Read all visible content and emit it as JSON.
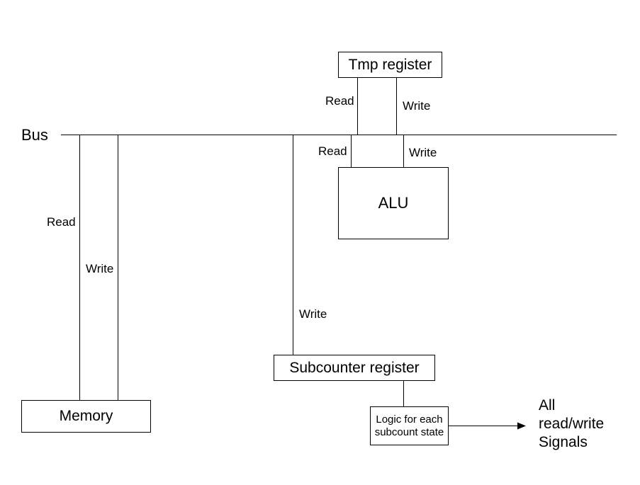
{
  "bus_label": "Bus",
  "boxes": {
    "tmp_register": "Tmp register",
    "alu": "ALU",
    "memory": "Memory",
    "subcounter_register": "Subcounter register",
    "logic": [
      "Logic for each",
      "subcount state"
    ]
  },
  "signals": {
    "tmp_read": "Read",
    "tmp_write": "Write",
    "alu_read": "Read",
    "alu_write": "Write",
    "memory_read": "Read",
    "memory_write": "Write",
    "subcounter_write": "Write"
  },
  "output_label": [
    "All",
    "read/write",
    "Signals"
  ]
}
